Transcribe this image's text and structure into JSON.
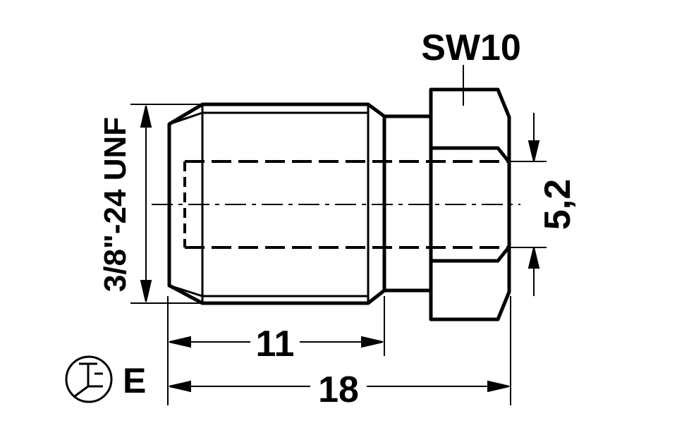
{
  "drawing": {
    "wrench_size_label": "SW10",
    "thread_label": "3/8\"-24 UNF",
    "bore_diameter_label": "5,2",
    "thread_length_label": "11",
    "overall_length_label": "18",
    "flare_type_label": "E"
  },
  "colors": {
    "line": "#000000",
    "background": "#ffffff"
  },
  "icons": {
    "flare_symbol": "flare-type-symbol-icon"
  }
}
